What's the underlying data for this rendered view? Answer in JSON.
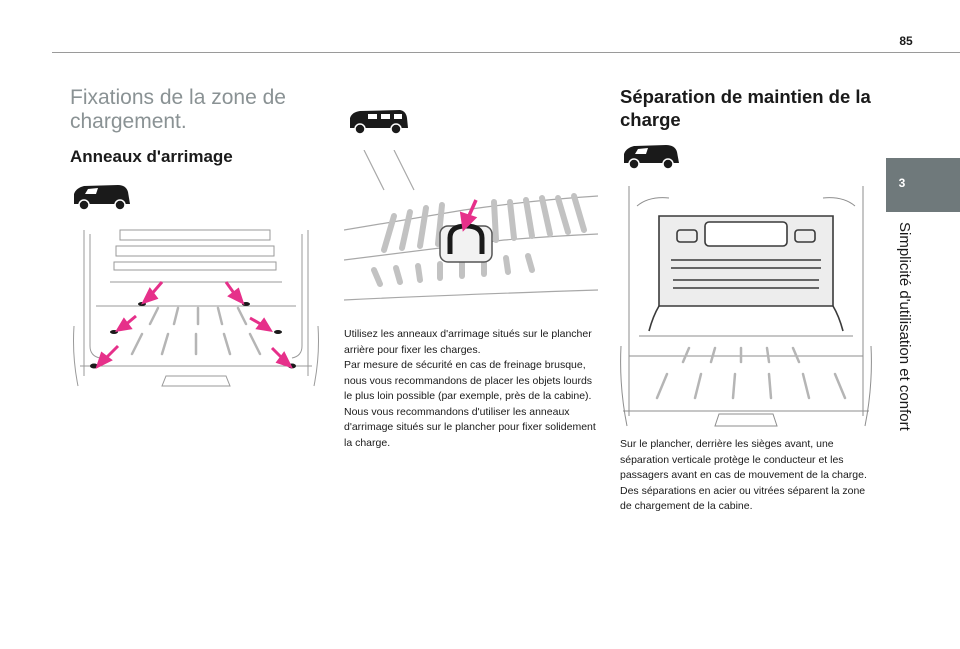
{
  "page": {
    "number": "85"
  },
  "side_tab": {
    "number": "3",
    "chapter_title": "Simplicité d'utilisation et confort"
  },
  "left": {
    "section_title": "Fixations de la zone de chargement.",
    "subsection_title": "Anneaux d'arrimage"
  },
  "middle": {
    "paragraphs": [
      "Utilisez les anneaux d'arrimage situés sur le plancher arrière pour fixer les charges.",
      "Par mesure de sécurité en cas de freinage brusque, nous vous recommandons de placer les objets lourds le plus loin possible (par exemple, près de la cabine).",
      "Nous vous recommandons d'utiliser les anneaux d'arrimage situés sur le plancher pour fixer solidement la charge."
    ]
  },
  "right": {
    "heading": "Séparation de maintien de la charge",
    "paragraphs": [
      "Sur le plancher, derrière les sièges avant, une séparation verticale protège le conducteur et les passagers avant en cas de mouvement de la charge.",
      "Des séparations en acier ou vitrées séparent la zone de chargement de la cabine."
    ]
  },
  "colors": {
    "accent_arrow": "#e6308a",
    "tab": "#6f797b",
    "title_grey": "#8a9294"
  },
  "icons": [
    "van-icon",
    "minibus-icon",
    "van-icon"
  ]
}
